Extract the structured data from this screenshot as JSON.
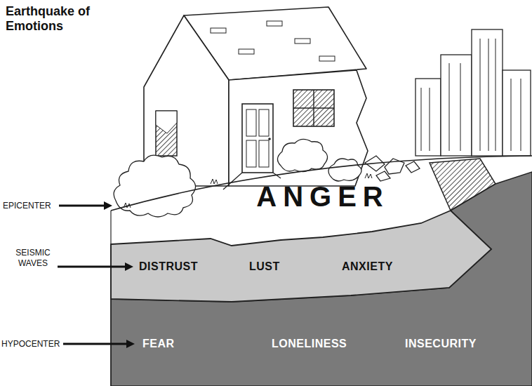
{
  "diagram": {
    "title": "Earthquake of Emotions",
    "nodes": [
      {
        "text": [
          "ANGER"
        ]
      },
      {
        "text": [
          "DISTRUST",
          "LUST",
          "ANXIETY"
        ]
      },
      {
        "text": [
          "FEAR",
          "LONELINESS",
          "INSECURITY"
        ]
      }
    ],
    "labels": [
      "EPICENTER",
      "SEISMIC WAVES",
      "HYPOCENTER"
    ]
  }
}
